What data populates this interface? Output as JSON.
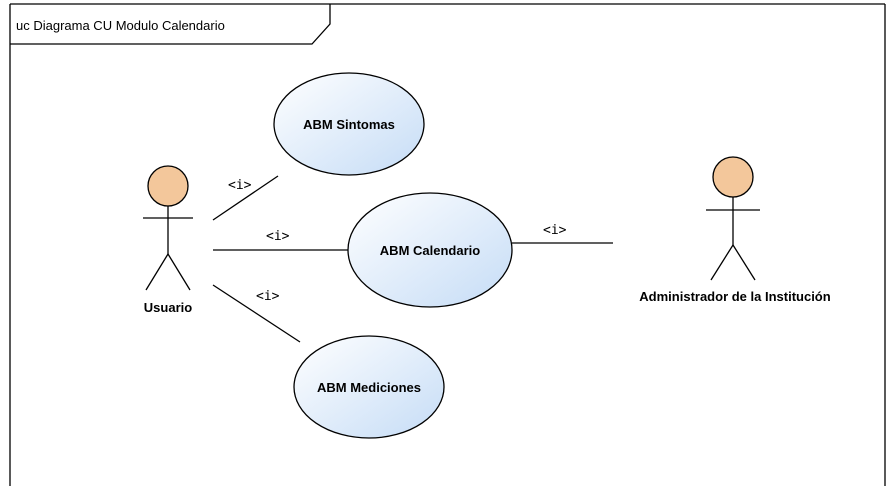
{
  "diagram": {
    "frame_title": "uc Diagrama CU Modulo Calendario",
    "colors": {
      "usecase_fill_start": "#ffffff",
      "usecase_fill_end": "#c5dcf6",
      "actor_head": "#f3c79b",
      "stroke": "#000000"
    },
    "actors": [
      {
        "id": "usuario",
        "label": "Usuario"
      },
      {
        "id": "admin",
        "label": "Administrador de la Institución"
      }
    ],
    "usecases": [
      {
        "id": "sintomas",
        "label": "ABM Sintomas"
      },
      {
        "id": "calendario",
        "label": "ABM Calendario"
      },
      {
        "id": "mediciones",
        "label": "ABM Mediciones"
      }
    ],
    "associations": [
      {
        "from": "usuario",
        "to": "sintomas",
        "stereotype": "<i>"
      },
      {
        "from": "usuario",
        "to": "calendario",
        "stereotype": "<i>"
      },
      {
        "from": "usuario",
        "to": "mediciones",
        "stereotype": "<i>"
      },
      {
        "from": "calendario",
        "to": "admin",
        "stereotype": "<i>"
      }
    ]
  }
}
